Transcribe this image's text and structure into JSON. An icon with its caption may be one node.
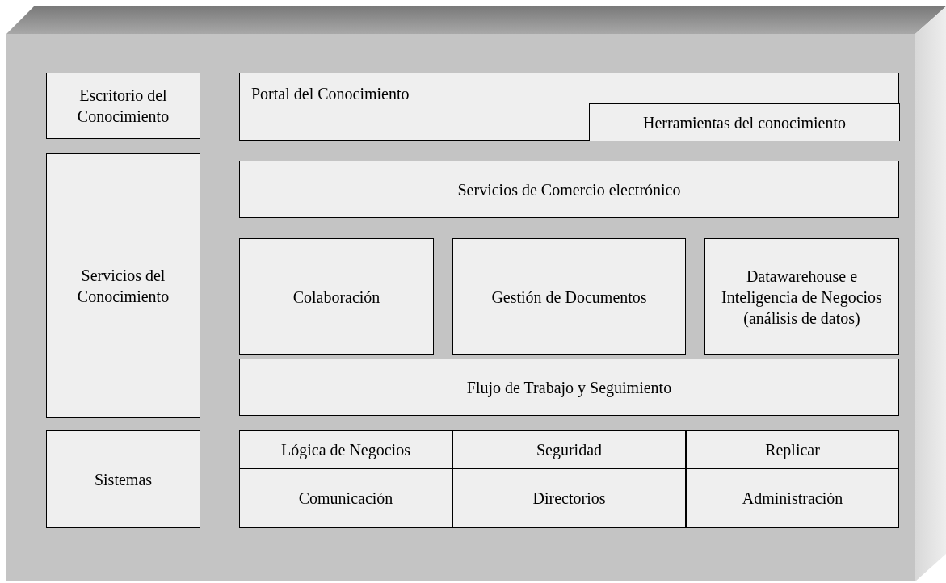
{
  "diagram": {
    "nodes": [
      {
        "text": [
          "Escritorio del Conocimiento"
        ]
      },
      {
        "text": [
          "Servicios del Conocimiento"
        ]
      },
      {
        "text": [
          "Sistemas"
        ]
      },
      {
        "text": [
          "Portal del Conocimiento"
        ]
      },
      {
        "text": [
          "Herramientas del conocimiento"
        ],
        "in": 3
      },
      {
        "text": [
          "Servicios de Comercio electrónico"
        ]
      },
      {
        "text": [
          "Colaboración"
        ]
      },
      {
        "text": [
          "Gestión de Documentos"
        ]
      },
      {
        "text": [
          "Datawarehouse e Inteligencia de Negocios (análisis de datos)"
        ]
      },
      {
        "text": [
          "Flujo de Trabajo y Seguimiento"
        ]
      },
      {
        "text": [
          "Lógica de Negocios"
        ]
      },
      {
        "text": [
          "Seguridad"
        ]
      },
      {
        "text": [
          "Replicar"
        ]
      },
      {
        "text": [
          "Comunicación"
        ]
      },
      {
        "text": [
          "Directorios"
        ]
      },
      {
        "text": [
          "Administración"
        ]
      }
    ]
  }
}
